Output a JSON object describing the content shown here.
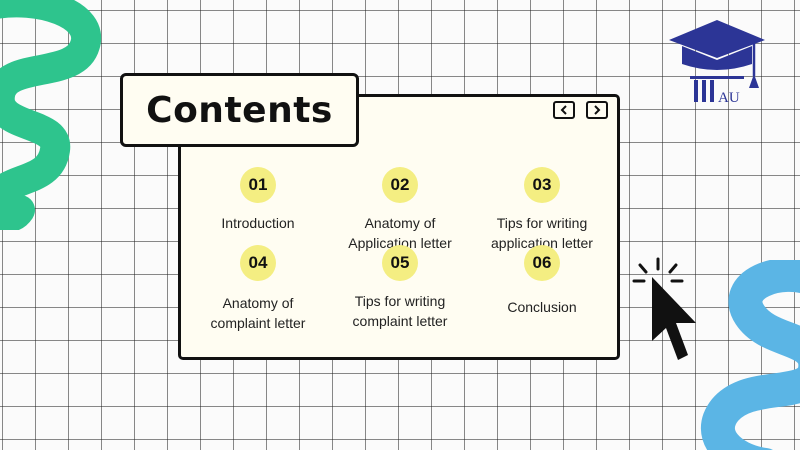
{
  "title": "Contents",
  "logo": {
    "text": "AU",
    "icon": "graduation-cap-pillar-logo"
  },
  "nav": {
    "prev_icon": "chevron-left-icon",
    "next_icon": "chevron-right-icon"
  },
  "items": [
    {
      "number": "01",
      "label": "Introduction"
    },
    {
      "number": "02",
      "label": "Anatomy of\nApplication letter"
    },
    {
      "number": "03",
      "label": "Tips for writing\napplication letter"
    },
    {
      "number": "04",
      "label": "Anatomy of\ncomplaint letter"
    },
    {
      "number": "05",
      "label": "Tips for writing\ncomplaint letter"
    },
    {
      "number": "06",
      "label": "Conclusion"
    }
  ],
  "colors": {
    "number_badge": "#f4ee82",
    "green_squiggle": "#2ec48d",
    "blue_squiggle": "#5bb5e5",
    "logo": "#2c3596",
    "outline": "#111111"
  }
}
